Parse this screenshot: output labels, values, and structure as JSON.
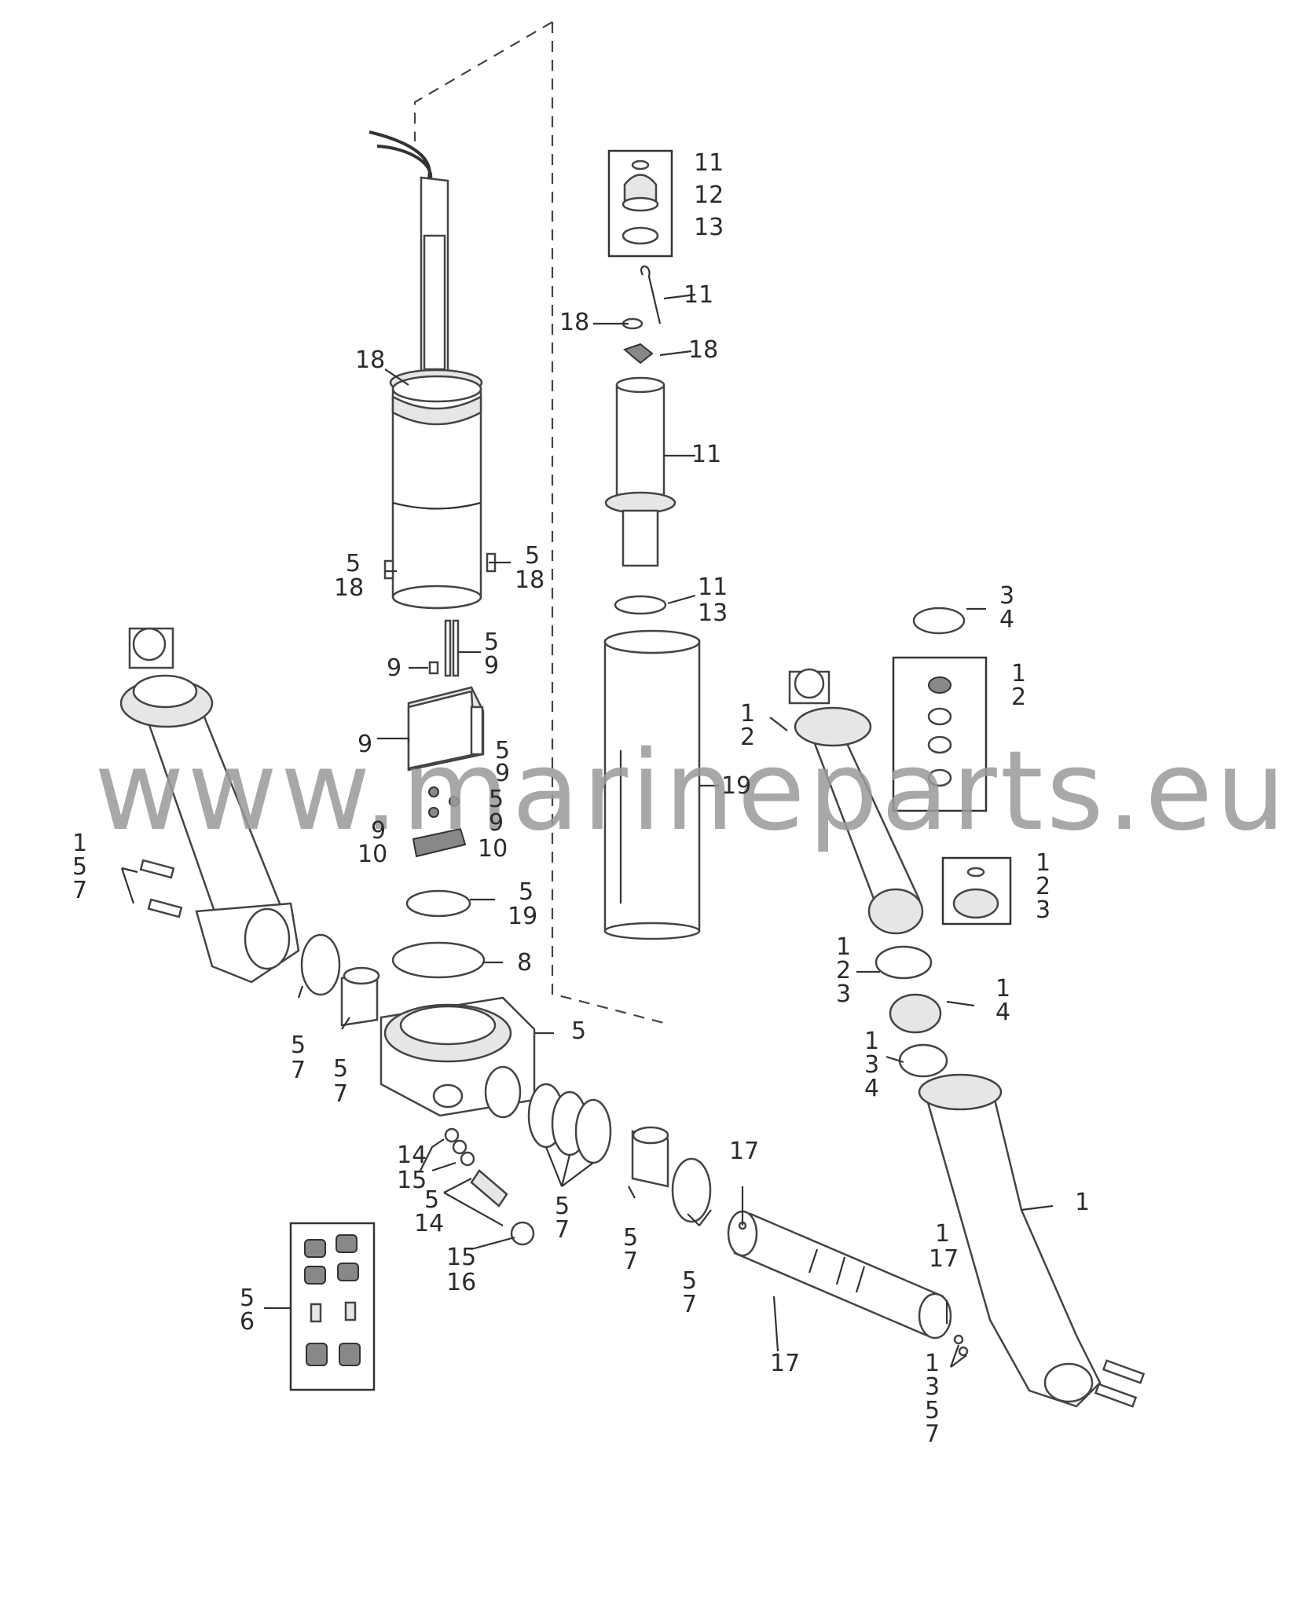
{
  "watermark": "www.marineparts.eu",
  "callouts": {
    "c_11a": "11",
    "c_12a": "12",
    "c_13a": "13",
    "c_11b": "11",
    "c_18a": "18",
    "c_18b": "18",
    "c_11c": "11",
    "c_11d": "11",
    "c_13b": "13",
    "c_19a": "19",
    "c_18m": "18",
    "c_5l": "5",
    "c_18l": "18",
    "c_5r": "5",
    "c_18r": "18",
    "c_5p": "5",
    "c_9p": "9",
    "c_9a": "9",
    "c_9b": "9",
    "c_5q": "5",
    "c_9q": "9",
    "c_5s": "5",
    "c_9s": "9",
    "c_9c": "9",
    "c_10a": "10",
    "c_10b": "10",
    "c_5t": "5",
    "c_19t": "19",
    "c_8": "8",
    "c_5h": "5",
    "c_1l": "1",
    "c_5ll": "5",
    "c_7ll": "7",
    "c_5m1": "5",
    "c_7m1": "7",
    "c_5m2": "5",
    "c_7m2": "7",
    "c_34a": "3",
    "c_34b": "4",
    "c_12k1": "1",
    "c_12k2": "2",
    "c_12r1": "1",
    "c_12r2": "2",
    "c_123a": "1",
    "c_123b": "2",
    "c_123c": "3",
    "c_123d": "1",
    "c_123e": "2",
    "c_123f": "3",
    "c_14a": "1",
    "c_14b": "4",
    "c_134a": "1",
    "c_134b": "3",
    "c_134c": "4",
    "c_1arm": "1",
    "c_14v": "14",
    "c_15v": "15",
    "c_5v": "5",
    "c_14w": "14",
    "c_15x": "15",
    "c_16x": "16",
    "c_5r1": "5",
    "c_7r1": "7",
    "c_5b": "5",
    "c_7b": "7",
    "c_17t": "17",
    "c_5c": "5",
    "c_7c": "7",
    "c_17p": "17",
    "c_1e": "1",
    "c_17e": "17",
    "c_1f": "1",
    "c_3f": "3",
    "c_5f": "5",
    "c_7f": "7",
    "c_5k": "5",
    "c_6k": "6"
  }
}
